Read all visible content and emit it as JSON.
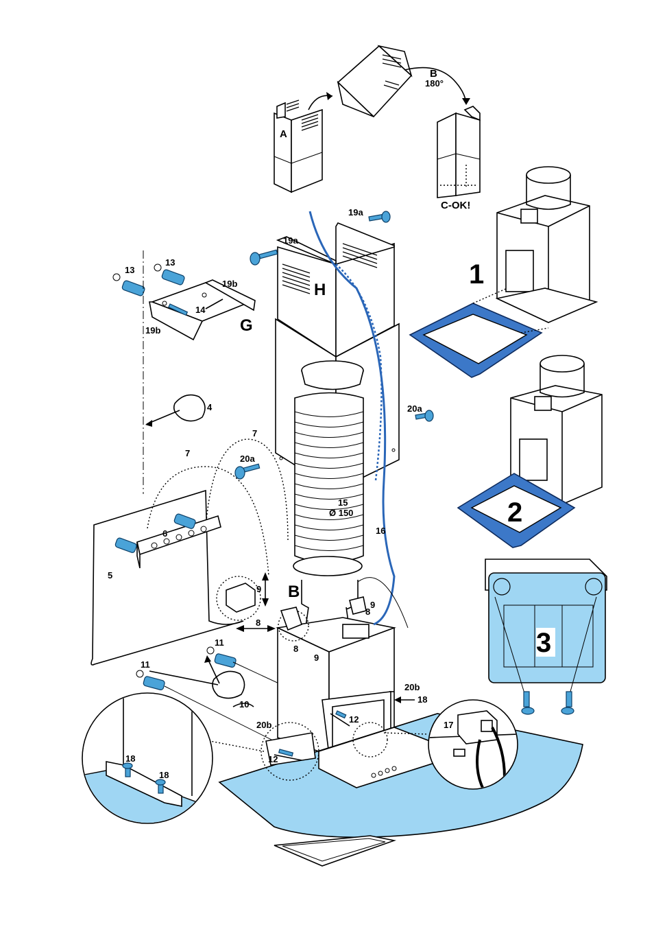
{
  "labels": {
    "A": "A",
    "B_top": "B",
    "B_angle": "180°",
    "C_ok": "C-OK!",
    "step1": "1",
    "step2": "2",
    "step3": "3",
    "H": "H",
    "G": "G",
    "B_mid": "B",
    "p19a_left": "19a",
    "p19a_right": "19a",
    "p19b_right": "19b",
    "p19b_left": "19b",
    "p13_a": "13",
    "p13_b": "13",
    "p14": "14",
    "p4": "4",
    "p7_a": "7",
    "p7_b": "7",
    "p20a_left": "20a",
    "p20a_right": "20a",
    "p15": "15",
    "p150": "Ø 150",
    "p16": "16",
    "p6": "6",
    "p5": "5",
    "p9_a": "9",
    "p9_b": "9",
    "p9_c": "9",
    "p8_a": "8",
    "p8_b": "8",
    "p8_c": "8",
    "p11_a": "11",
    "p11_b": "11",
    "p10": "10",
    "p20b_a": "20b",
    "p20b_b": "20b",
    "p18_a": "18",
    "p18_b": "18",
    "p18_c": "18",
    "p12_a": "12",
    "p12_b": "12",
    "p17": "17"
  },
  "colors": {
    "screw": "#4aa3d8",
    "frame": "#3c78c8",
    "glass": "#9fd6f3"
  }
}
